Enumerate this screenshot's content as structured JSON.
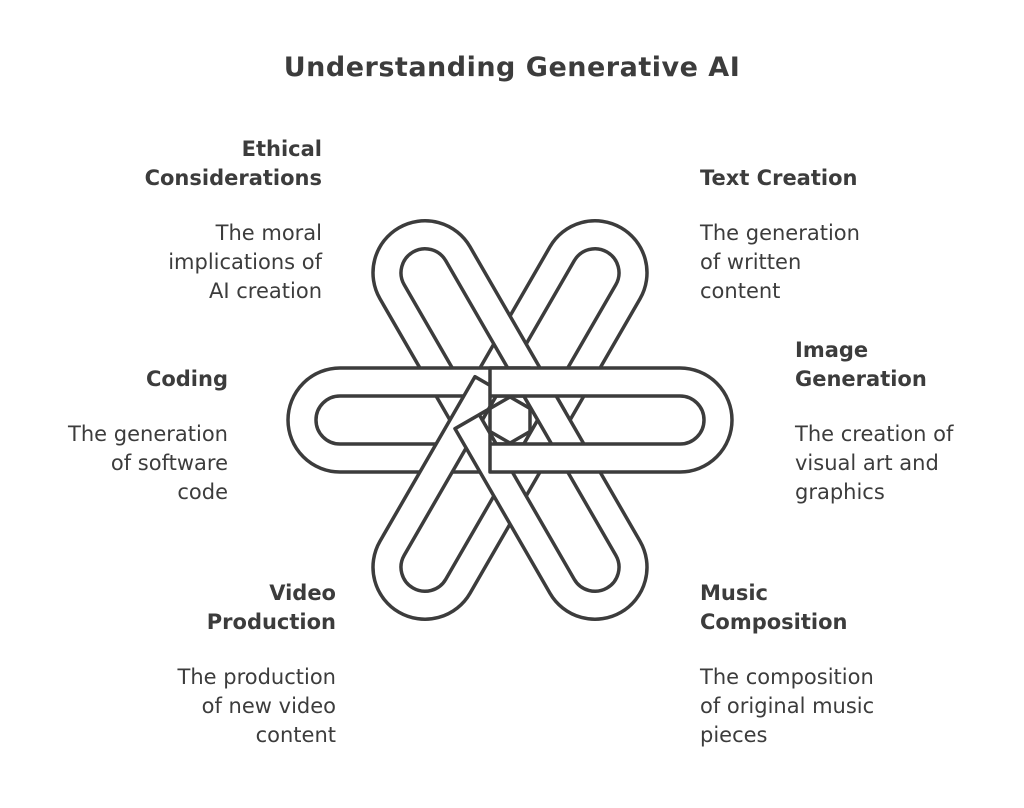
{
  "title": "Understanding Generative AI",
  "topics": [
    {
      "key": "ethical",
      "heading": "Ethical\nConsiderations",
      "description": "The moral\nimplications of\nAI creation"
    },
    {
      "key": "text",
      "heading": "Text Creation",
      "description": "The generation\nof written\ncontent"
    },
    {
      "key": "coding",
      "heading": "Coding",
      "description": "The generation\nof software\ncode"
    },
    {
      "key": "image",
      "heading": "Image\nGeneration",
      "description": "The creation of\nvisual art and\ngraphics"
    },
    {
      "key": "video",
      "heading": "Video\nProduction",
      "description": "The production\nof new video\ncontent"
    },
    {
      "key": "music",
      "heading": "Music\nComposition",
      "description": "The composition\nof original music\npieces"
    }
  ],
  "colors": {
    "stroke": "#3c3c3c",
    "text": "#3c3c3c",
    "background": "#ffffff"
  },
  "center_graphic": "interlaced-six-loop-knot"
}
